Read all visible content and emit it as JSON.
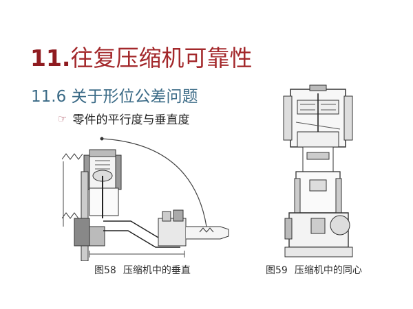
{
  "slide": {
    "title_number": "11.",
    "title_text": "往复压缩机可靠性",
    "subtitle": "11.6 关于形位公差问题",
    "bullet_icon": "pointing-hand-icon",
    "bullet_text": "零件的平行度与垂直度",
    "colors": {
      "title": "#a3282b",
      "subtitle": "#3a6a86",
      "body_text": "#222222"
    }
  },
  "figures": [
    {
      "id": "fig58",
      "caption_label": "图58",
      "caption_text": "压缩机中的垂直",
      "description": "horizontal-crank compressor cross-section drawing with arc dimension"
    },
    {
      "id": "fig59",
      "caption_label": "图59",
      "caption_text": "压缩机中的同心",
      "description": "vertical compressor cross-section drawing"
    }
  ]
}
